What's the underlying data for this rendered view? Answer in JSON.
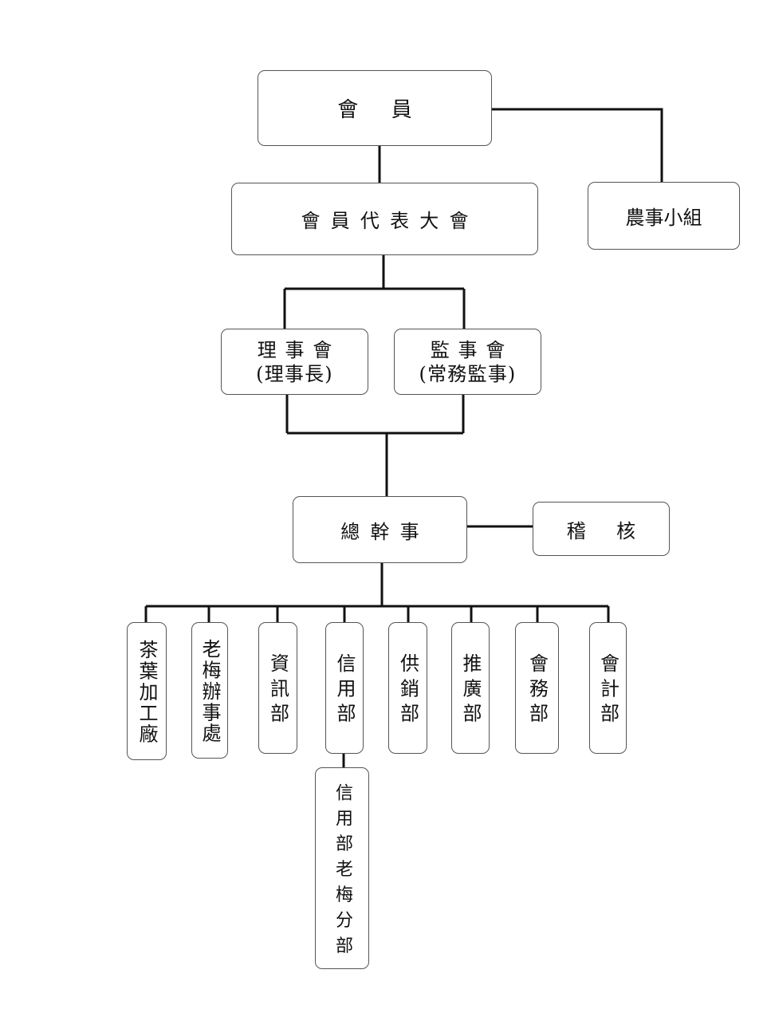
{
  "nodes": {
    "members": "會員",
    "representatives": "會員代表大會",
    "farm_groups": "農事小組",
    "board": {
      "line1": "理事會",
      "line2": "(理事長)"
    },
    "supervisors": {
      "line1": "監事會",
      "line2": "(常務監事)"
    },
    "general_manager": "總幹事",
    "audit": "稽核",
    "departments": [
      "茶葉加工廠",
      "老梅辦事處",
      "資訊部",
      "信用部",
      "供銷部",
      "推廣部",
      "會務部",
      "會計部"
    ],
    "credit_branch": "信用部老梅分部"
  }
}
